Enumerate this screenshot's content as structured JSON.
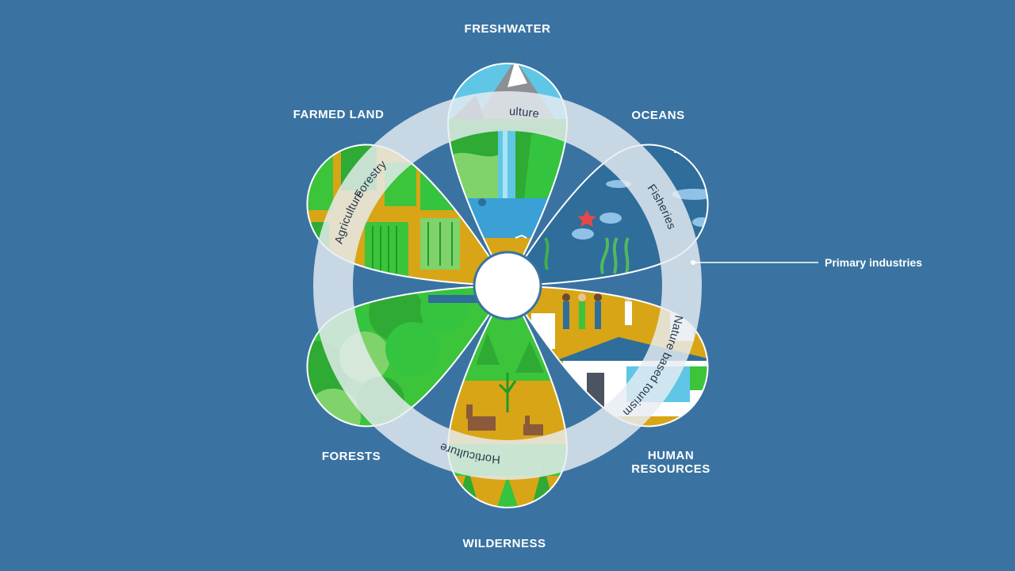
{
  "diagram": {
    "categories": {
      "freshwater": "FRESHWATER",
      "oceans": "OCEANS",
      "farmed_land": "FARMED LAND",
      "forests": "FORESTS",
      "human_resources_line1": "HUMAN",
      "human_resources_line2": "RESOURCES",
      "wilderness": "WILDERNESS"
    },
    "ring_labels": {
      "aquaculture": "Aquaculture",
      "fisheries": "Fisheries",
      "agriculture": "Agriculture",
      "forestry": "Forestry",
      "horticulture": "Horticulture",
      "nature_based_tourism": "Nature based tourism"
    },
    "ring_caption": "Primary industries",
    "colors": {
      "background": "#3a73a2",
      "ring": "#e8edf3",
      "green": "#3cc43a",
      "dark_green": "#1f9a2a",
      "mustard": "#d8a516",
      "sky": "#5fc6e6",
      "ocean": "#2f6d9a",
      "water": "#3aa0d6"
    }
  }
}
